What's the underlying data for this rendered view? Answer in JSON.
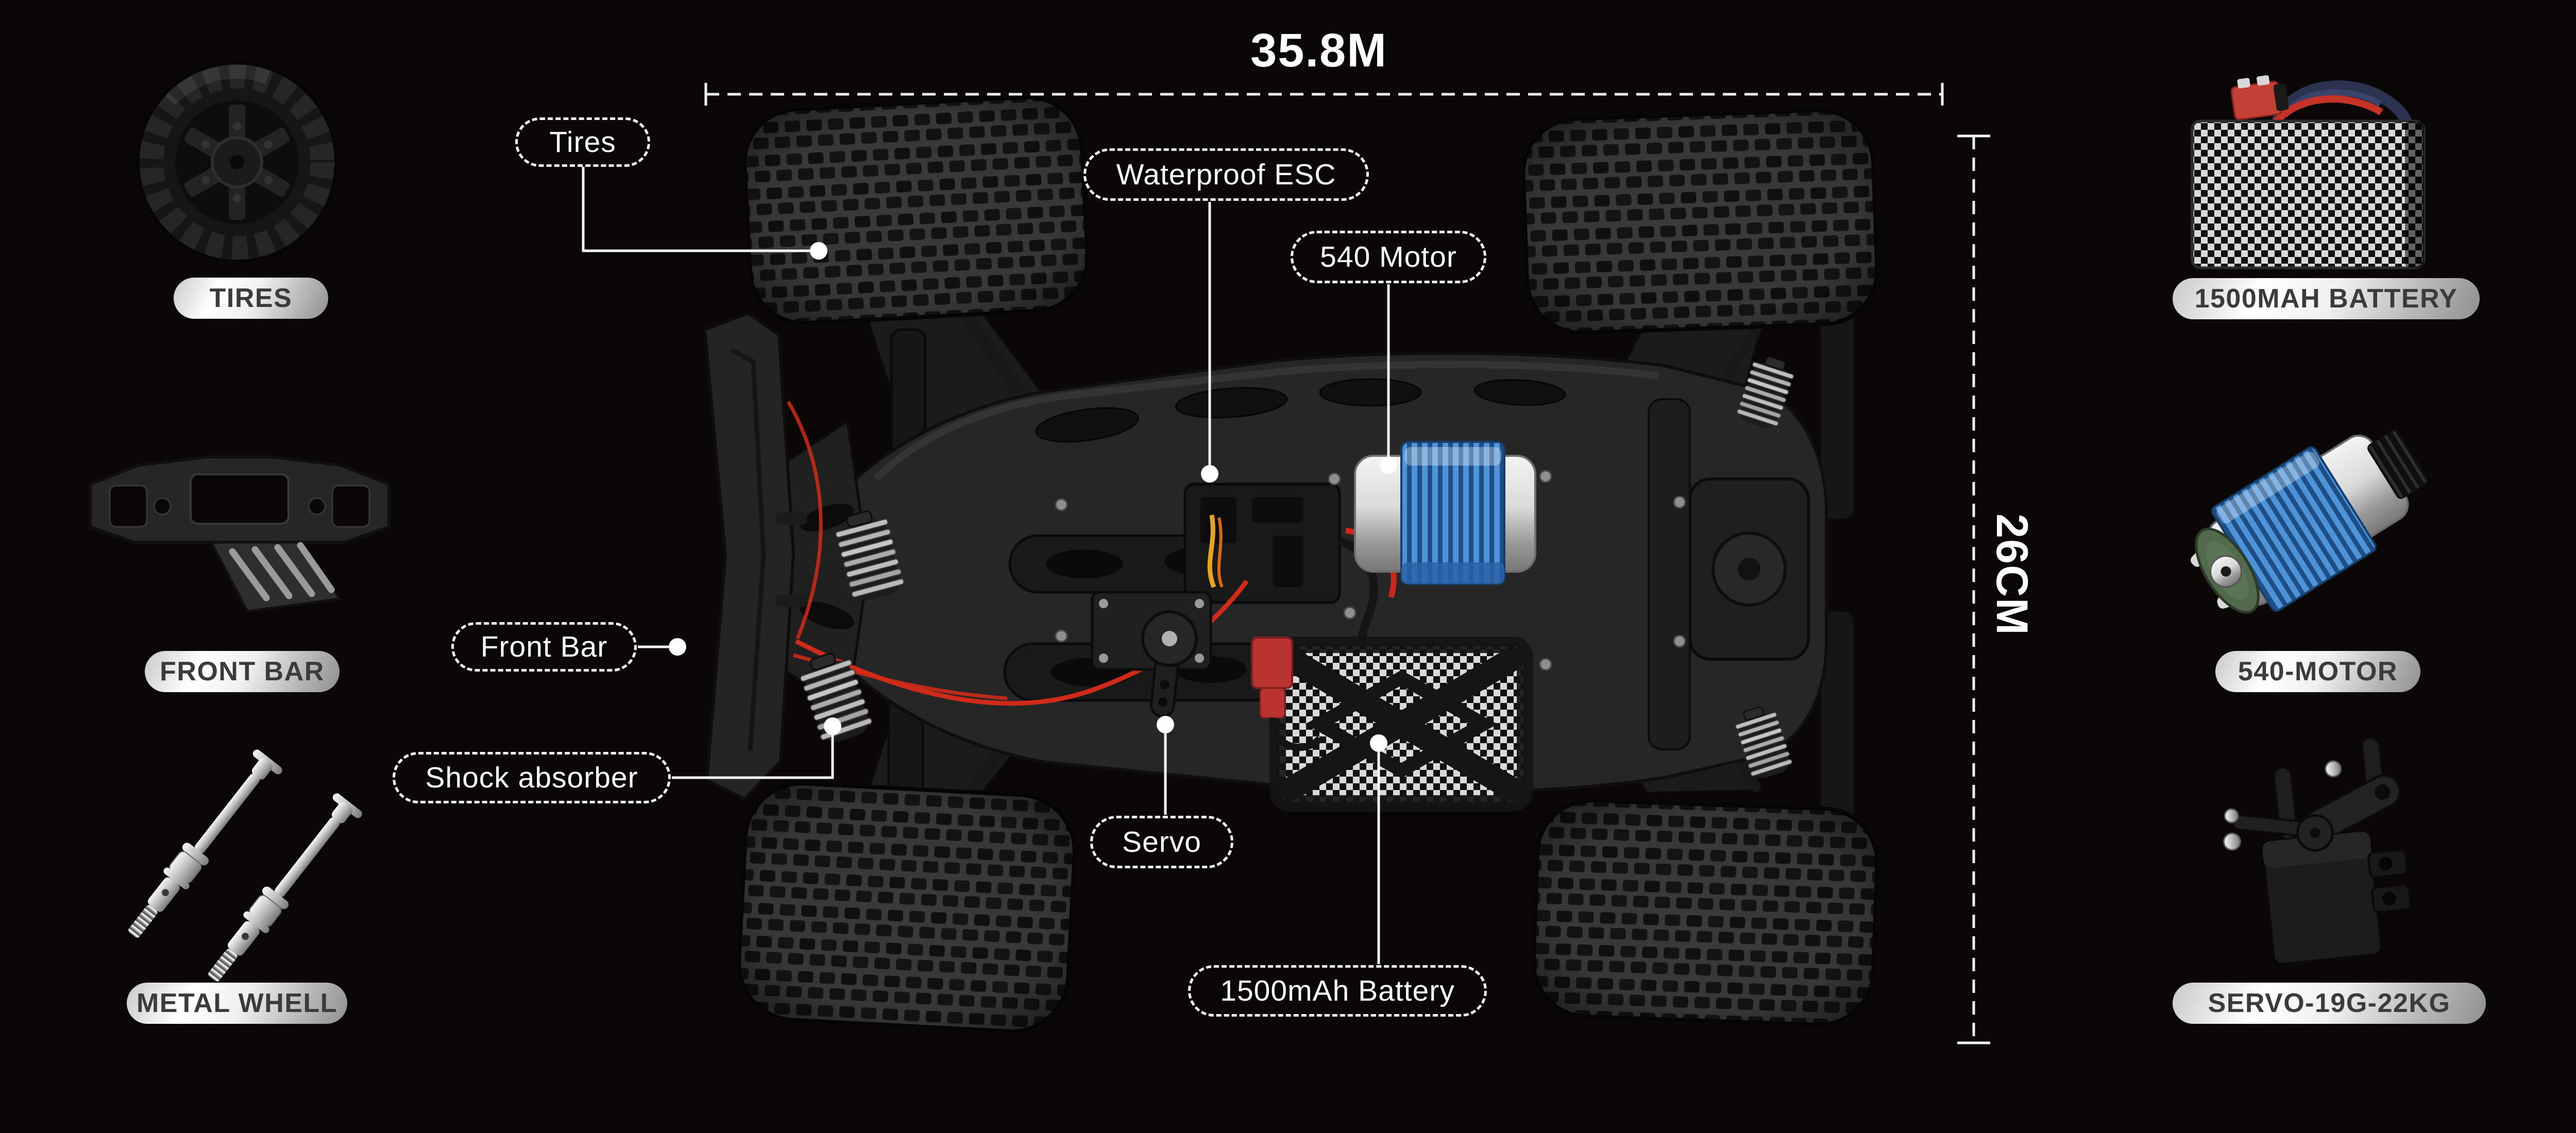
{
  "dimensions": {
    "width_label": "35.8M",
    "height_label": "26CM"
  },
  "callouts": {
    "tires": "Tires",
    "waterproof_esc": "Waterproof ESC",
    "motor_540": "540 Motor",
    "front_bar": "Front Bar",
    "shock_absorber": "Shock absorber",
    "servo": "Servo",
    "battery_1500": "1500mAh Battery"
  },
  "part_badges": {
    "tires": "TIRES",
    "front_bar": "FRONT BAR",
    "metal_whell": "METAL WHELL",
    "battery": "1500MAH BATTERY",
    "motor": "540-MOTOR",
    "servo": "SERVO-19G-22KG"
  },
  "colors": {
    "background": "#0a0706",
    "callout_line": "#f5f5f5",
    "badge_text": "#3b3b3b",
    "motor_blue": "#4e92d8",
    "motor_blue_dark": "#1d4f86",
    "wire_red": "#d02a1a",
    "wire_yellow": "#e8a41e",
    "connector_red": "#b93430",
    "checker_light": "#d9d9d9"
  }
}
